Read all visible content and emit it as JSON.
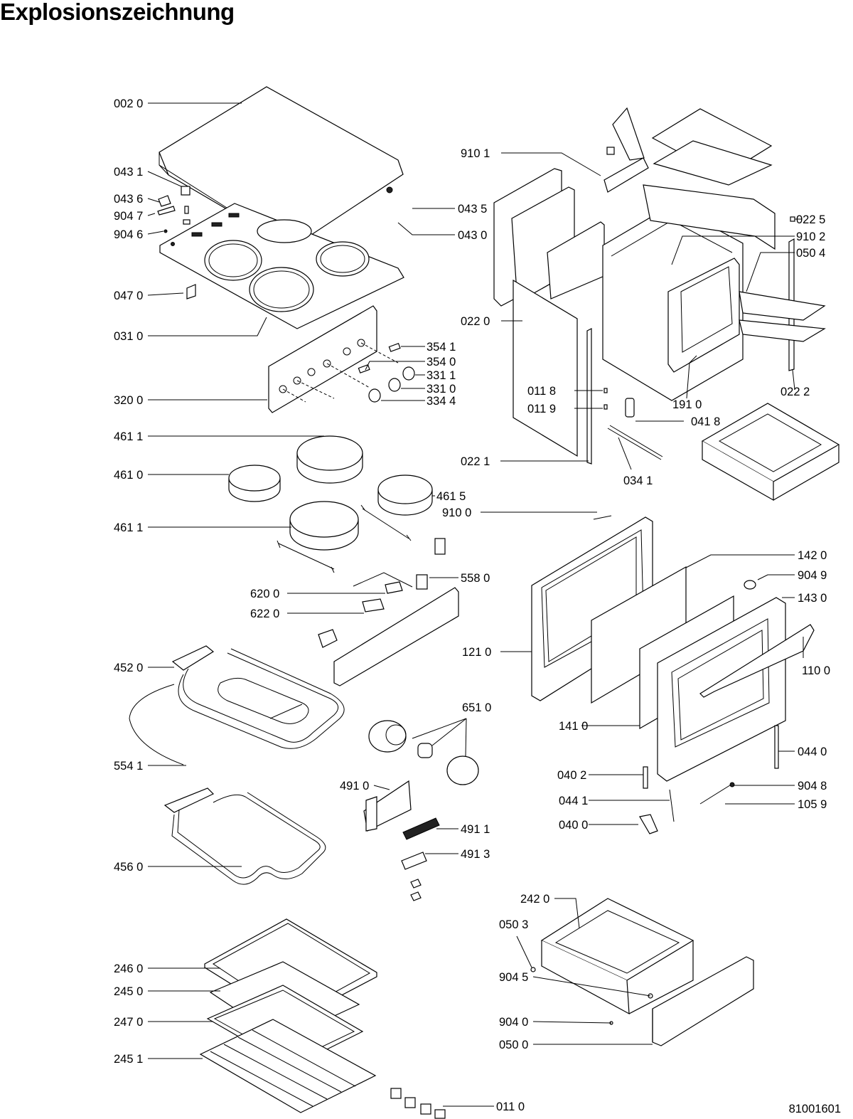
{
  "title": "Explosionszeichnung",
  "drawing_number": "81001601",
  "part_labels": [
    "002 0",
    "043 1",
    "043 6",
    "904 7",
    "904 6",
    "047 0",
    "031 0",
    "354 1",
    "354 0",
    "331 1",
    "331 0",
    "334 4",
    "320 0",
    "461 1",
    "461 0",
    "461 5",
    "461 1",
    "558 0",
    "620 0",
    "622 0",
    "452 0",
    "554 1",
    "651 0",
    "491 0",
    "491 1",
    "491 3",
    "456 0",
    "246 0",
    "245 0",
    "247 0",
    "245 1",
    "011 0",
    "910 1",
    "043 5",
    "043 0",
    "022 5",
    "910 2",
    "050 4",
    "022 0",
    "011 8",
    "011 9",
    "191 0",
    "022 2",
    "041 8",
    "022 1",
    "034 1",
    "910 0",
    "142 0",
    "904 9",
    "143 0",
    "121 0",
    "110 0",
    "141 0",
    "044 0",
    "040 2",
    "904 8",
    "044 1",
    "105 9",
    "040 0",
    "242 0",
    "050 3",
    "904 5",
    "904 0",
    "050 0"
  ]
}
